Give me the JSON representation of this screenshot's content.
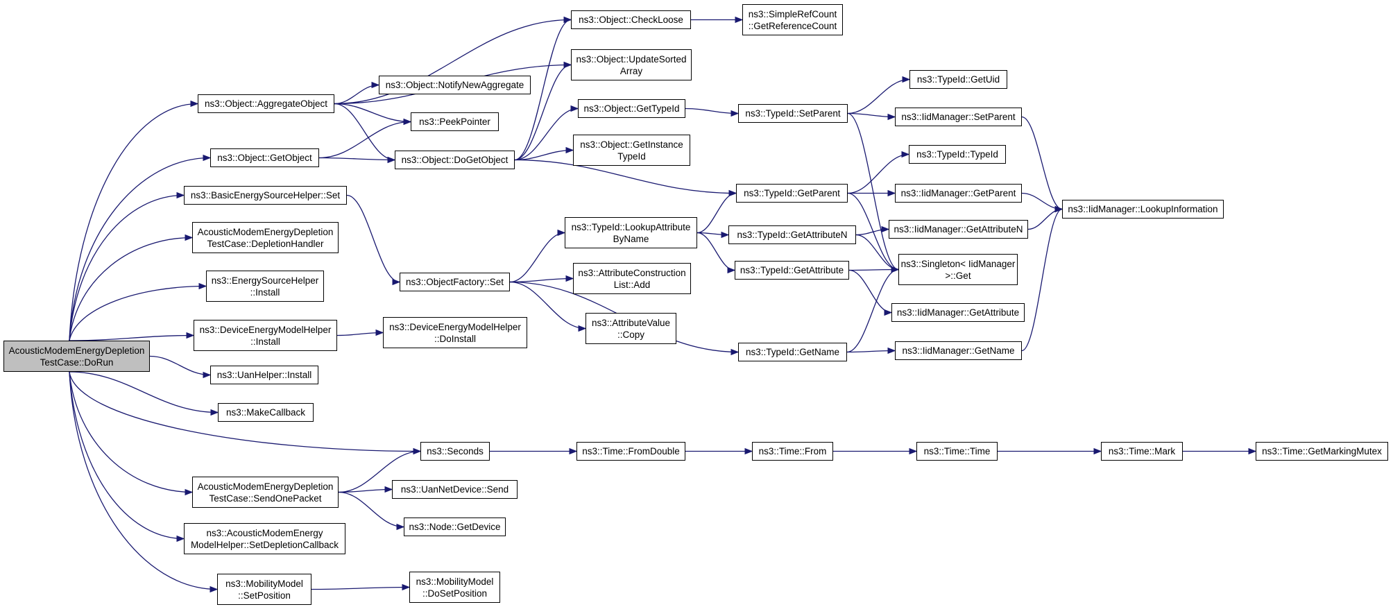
{
  "diagram": {
    "edge_color": "#191970",
    "root_fill": "#bfbfbf",
    "node_fill": "#ffffff",
    "nodes": [
      {
        "id": "root",
        "lines": [
          "AcousticModemEnergyDepletion",
          "TestCase::DoRun"
        ]
      },
      {
        "id": "aggobj",
        "lines": [
          "ns3::Object::AggregateObject"
        ]
      },
      {
        "id": "getobj",
        "lines": [
          "ns3::Object::GetObject"
        ]
      },
      {
        "id": "besh",
        "lines": [
          "ns3::BasicEnergySourceHelper::Set"
        ]
      },
      {
        "id": "deplh",
        "lines": [
          "AcousticModemEnergyDepletion",
          "TestCase::DepletionHandler"
        ]
      },
      {
        "id": "esh",
        "lines": [
          "ns3::EnergySourceHelper",
          "::Install"
        ]
      },
      {
        "id": "demh",
        "lines": [
          "ns3::DeviceEnergyModelHelper",
          "::Install"
        ]
      },
      {
        "id": "uanh",
        "lines": [
          "ns3::UanHelper::Install"
        ]
      },
      {
        "id": "mkcb",
        "lines": [
          "ns3::MakeCallback"
        ]
      },
      {
        "id": "sendop",
        "lines": [
          "AcousticModemEnergyDepletion",
          "TestCase::SendOnePacket"
        ]
      },
      {
        "id": "setdc",
        "lines": [
          "ns3::AcousticModemEnergy",
          "ModelHelper::SetDepletionCallback"
        ]
      },
      {
        "id": "setpos",
        "lines": [
          "ns3::MobilityModel",
          "::SetPosition"
        ]
      },
      {
        "id": "nna",
        "lines": [
          "ns3::Object::NotifyNewAggregate"
        ]
      },
      {
        "id": "peek",
        "lines": [
          "ns3::PeekPointer"
        ]
      },
      {
        "id": "dogo",
        "lines": [
          "ns3::Object::DoGetObject"
        ]
      },
      {
        "id": "ofs",
        "lines": [
          "ns3::ObjectFactory::Set"
        ]
      },
      {
        "id": "demhdi",
        "lines": [
          "ns3::DeviceEnergyModelHelper",
          "::DoInstall"
        ]
      },
      {
        "id": "secs",
        "lines": [
          "ns3::Seconds"
        ]
      },
      {
        "id": "uansend",
        "lines": [
          "ns3::UanNetDevice::Send"
        ]
      },
      {
        "id": "nodegd",
        "lines": [
          "ns3::Node::GetDevice"
        ]
      },
      {
        "id": "dosetpos",
        "lines": [
          "ns3::MobilityModel",
          "::DoSetPosition"
        ]
      },
      {
        "id": "chkl",
        "lines": [
          "ns3::Object::CheckLoose"
        ]
      },
      {
        "id": "upd",
        "lines": [
          "ns3::Object::UpdateSorted",
          "Array"
        ]
      },
      {
        "id": "gettid",
        "lines": [
          "ns3::Object::GetTypeId"
        ]
      },
      {
        "id": "getitid",
        "lines": [
          "ns3::Object::GetInstance",
          "TypeId"
        ]
      },
      {
        "id": "lookup",
        "lines": [
          "ns3::TypeId::LookupAttribute",
          "ByName"
        ]
      },
      {
        "id": "acla",
        "lines": [
          "ns3::AttributeConstruction",
          "List::Add"
        ]
      },
      {
        "id": "avc",
        "lines": [
          "ns3::AttributeValue",
          "::Copy"
        ]
      },
      {
        "id": "fromd",
        "lines": [
          "ns3::Time::FromDouble"
        ]
      },
      {
        "id": "src",
        "lines": [
          "ns3::SimpleRefCount",
          "::GetReferenceCount"
        ]
      },
      {
        "id": "setparent",
        "lines": [
          "ns3::TypeId::SetParent"
        ]
      },
      {
        "id": "getparent",
        "lines": [
          "ns3::TypeId::GetParent"
        ]
      },
      {
        "id": "getattrn",
        "lines": [
          "ns3::TypeId::GetAttributeN"
        ]
      },
      {
        "id": "getattr",
        "lines": [
          "ns3::TypeId::GetAttribute"
        ]
      },
      {
        "id": "getname",
        "lines": [
          "ns3::TypeId::GetName"
        ]
      },
      {
        "id": "from",
        "lines": [
          "ns3::Time::From"
        ]
      },
      {
        "id": "getuid",
        "lines": [
          "ns3::TypeId::GetUid"
        ]
      },
      {
        "id": "iidsetp",
        "lines": [
          "ns3::IidManager::SetParent"
        ]
      },
      {
        "id": "typeid",
        "lines": [
          "ns3::TypeId::TypeId"
        ]
      },
      {
        "id": "iidgetp",
        "lines": [
          "ns3::IidManager::GetParent"
        ]
      },
      {
        "id": "iidgetan",
        "lines": [
          "ns3::IidManager::GetAttributeN"
        ]
      },
      {
        "id": "singleton",
        "lines": [
          "ns3::Singleton< IidManager",
          ">::Get"
        ]
      },
      {
        "id": "iidgeta",
        "lines": [
          "ns3::IidManager::GetAttribute"
        ]
      },
      {
        "id": "iidgetn",
        "lines": [
          "ns3::IidManager::GetName"
        ]
      },
      {
        "id": "timetime",
        "lines": [
          "ns3::Time::Time"
        ]
      },
      {
        "id": "lookupinfo",
        "lines": [
          "ns3::IidManager::LookupInformation"
        ]
      },
      {
        "id": "mark",
        "lines": [
          "ns3::Time::Mark"
        ]
      },
      {
        "id": "mutex",
        "lines": [
          "ns3::Time::GetMarkingMutex"
        ]
      }
    ],
    "edges": [
      [
        "root",
        "aggobj"
      ],
      [
        "root",
        "getobj"
      ],
      [
        "root",
        "besh"
      ],
      [
        "root",
        "deplh"
      ],
      [
        "root",
        "esh"
      ],
      [
        "root",
        "demh"
      ],
      [
        "root",
        "uanh"
      ],
      [
        "root",
        "mkcb"
      ],
      [
        "root",
        "secs"
      ],
      [
        "root",
        "sendop"
      ],
      [
        "root",
        "setdc"
      ],
      [
        "root",
        "setpos"
      ],
      [
        "aggobj",
        "chkl"
      ],
      [
        "aggobj",
        "upd"
      ],
      [
        "aggobj",
        "nna"
      ],
      [
        "aggobj",
        "peek"
      ],
      [
        "aggobj",
        "dogo"
      ],
      [
        "getobj",
        "peek"
      ],
      [
        "getobj",
        "dogo"
      ],
      [
        "besh",
        "ofs"
      ],
      [
        "demh",
        "demhdi"
      ],
      [
        "sendop",
        "secs"
      ],
      [
        "sendop",
        "uansend"
      ],
      [
        "sendop",
        "nodegd"
      ],
      [
        "setpos",
        "dosetpos"
      ],
      [
        "dogo",
        "chkl"
      ],
      [
        "dogo",
        "upd"
      ],
      [
        "dogo",
        "gettid"
      ],
      [
        "dogo",
        "getitid"
      ],
      [
        "dogo",
        "getparent"
      ],
      [
        "chkl",
        "src"
      ],
      [
        "gettid",
        "setparent"
      ],
      [
        "ofs",
        "lookup"
      ],
      [
        "ofs",
        "acla"
      ],
      [
        "ofs",
        "avc"
      ],
      [
        "ofs",
        "getname"
      ],
      [
        "lookup",
        "getparent"
      ],
      [
        "lookup",
        "getattrn"
      ],
      [
        "lookup",
        "getattr"
      ],
      [
        "setparent",
        "getuid"
      ],
      [
        "setparent",
        "iidsetp"
      ],
      [
        "setparent",
        "singleton"
      ],
      [
        "getparent",
        "typeid"
      ],
      [
        "getparent",
        "iidgetp"
      ],
      [
        "getparent",
        "singleton"
      ],
      [
        "getattrn",
        "iidgetan"
      ],
      [
        "getattrn",
        "singleton"
      ],
      [
        "getattr",
        "singleton"
      ],
      [
        "getattr",
        "iidgeta"
      ],
      [
        "getname",
        "singleton"
      ],
      [
        "getname",
        "iidgetn"
      ],
      [
        "iidsetp",
        "lookupinfo"
      ],
      [
        "iidgetp",
        "lookupinfo"
      ],
      [
        "iidgetan",
        "lookupinfo"
      ],
      [
        "iidgetn",
        "lookupinfo"
      ],
      [
        "secs",
        "fromd"
      ],
      [
        "fromd",
        "from"
      ],
      [
        "from",
        "timetime"
      ],
      [
        "timetime",
        "mark"
      ],
      [
        "mark",
        "mutex"
      ]
    ]
  }
}
